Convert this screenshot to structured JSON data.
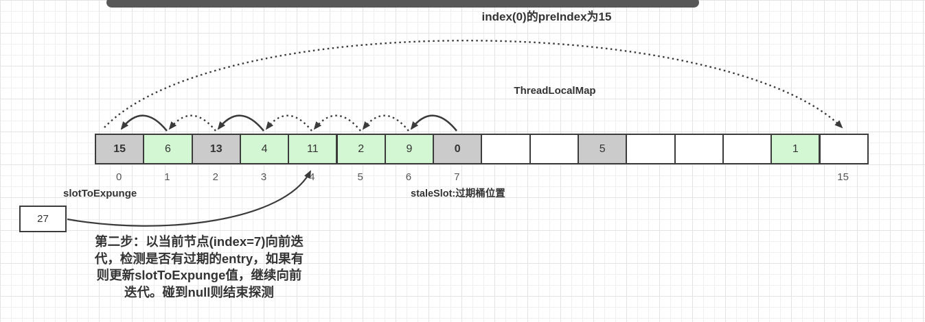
{
  "title": "index(0)的preIndex为15",
  "map_label": "ThreadLocalMap",
  "array": {
    "cells": [
      {
        "value": "15",
        "index": "0",
        "type": "stale",
        "bold": true
      },
      {
        "value": "6",
        "index": "1",
        "type": "valid",
        "bold": false
      },
      {
        "value": "13",
        "index": "2",
        "type": "stale",
        "bold": true
      },
      {
        "value": "4",
        "index": "3",
        "type": "valid",
        "bold": false
      },
      {
        "value": "11",
        "index": "4",
        "type": "valid",
        "bold": false
      },
      {
        "value": "2",
        "index": "5",
        "type": "valid",
        "bold": false
      },
      {
        "value": "9",
        "index": "6",
        "type": "valid",
        "bold": false
      },
      {
        "value": "0",
        "index": "7",
        "type": "stale",
        "bold": true
      },
      {
        "value": "",
        "index": "",
        "type": "empty",
        "bold": false
      },
      {
        "value": "",
        "index": "",
        "type": "empty",
        "bold": false
      },
      {
        "value": "5",
        "index": "",
        "type": "stale",
        "bold": false
      },
      {
        "value": "",
        "index": "",
        "type": "empty",
        "bold": false
      },
      {
        "value": "",
        "index": "",
        "type": "empty",
        "bold": false
      },
      {
        "value": "",
        "index": "",
        "type": "empty",
        "bold": false
      },
      {
        "value": "1",
        "index": "",
        "type": "valid",
        "bold": false
      },
      {
        "value": "",
        "index": "15",
        "type": "empty",
        "bold": false
      }
    ]
  },
  "labels": {
    "slot_to_expunge": "slotToExpunge",
    "stale_slot": "staleSlot:过期桶位置",
    "pointer_value": "27"
  },
  "note": {
    "lines": [
      "第二步：以当前节点(index=7)向前迭",
      "代，检测是否有过期的entry，如果有",
      "则更新slotToExpunge值，继续向前",
      "迭代。碰到null则结束探测"
    ]
  },
  "colors": {
    "stale_gray": "#cbcbcb",
    "valid_green": "#d2f7d2",
    "empty_white": "#ffffff",
    "border_dark": "#3b3b3b",
    "titlebar_gray": "#585858"
  }
}
